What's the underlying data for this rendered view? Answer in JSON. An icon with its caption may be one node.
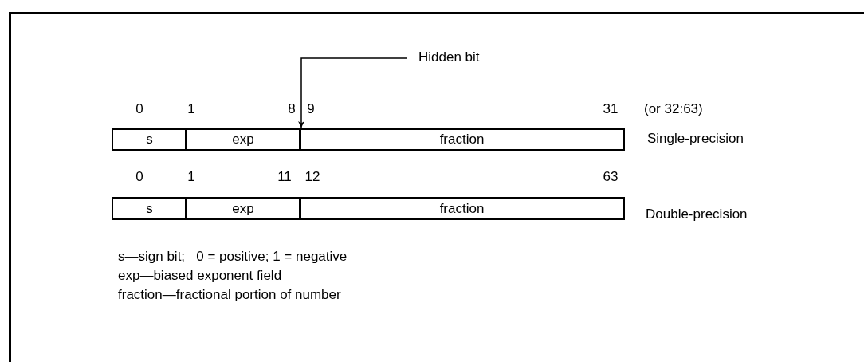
{
  "diagram": {
    "nodes": [
      {
        "text": [
          "Hidden bit"
        ]
      },
      {
        "text": [
          "s"
        ]
      },
      {
        "text": [
          "exp"
        ]
      },
      {
        "text": [
          "fraction"
        ]
      },
      {
        "text": [
          "s"
        ]
      },
      {
        "text": [
          "exp"
        ]
      },
      {
        "text": [
          "fraction"
        ]
      }
    ],
    "edges": [
      {
        "from": 0,
        "to": 3,
        "arrow": "to"
      }
    ],
    "labels": [
      "0",
      "1",
      "8",
      "9",
      "31",
      "(or 32:63)",
      "Single-precision",
      "0",
      "1",
      "11",
      "12",
      "63",
      "Double-precision",
      "s—sign bit;   0 = positive; 1 = negative",
      "exp—biased exponent field",
      "fraction—fractional portion of number"
    ]
  }
}
